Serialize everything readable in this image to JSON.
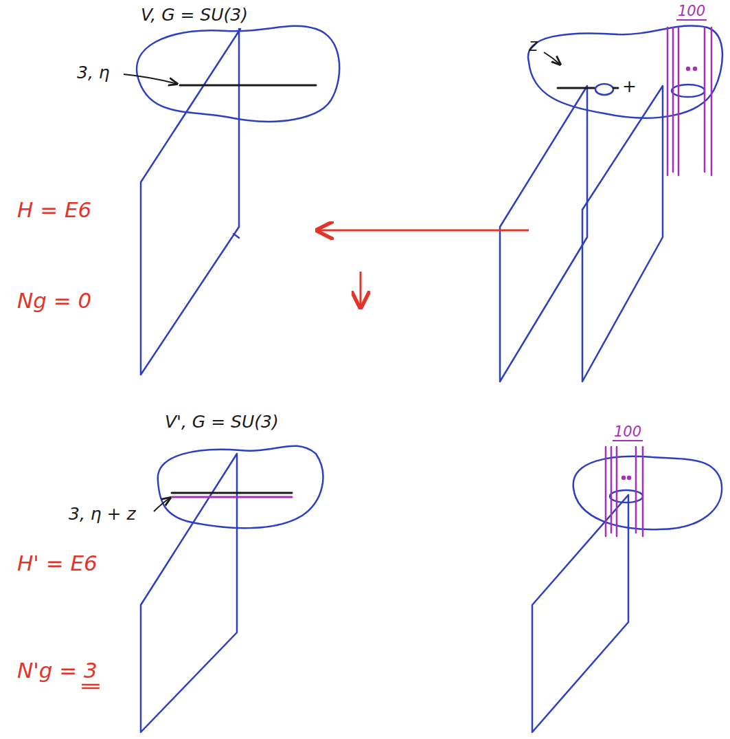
{
  "diagram": {
    "labels": [
      "V, G = SU(3)",
      "100",
      "3, η",
      "z",
      "+",
      "H = E6",
      "Ng = 0",
      "V', G = SU(3)",
      "100",
      "3, η + z",
      "H' = E6",
      "N'g = 3"
    ]
  }
}
